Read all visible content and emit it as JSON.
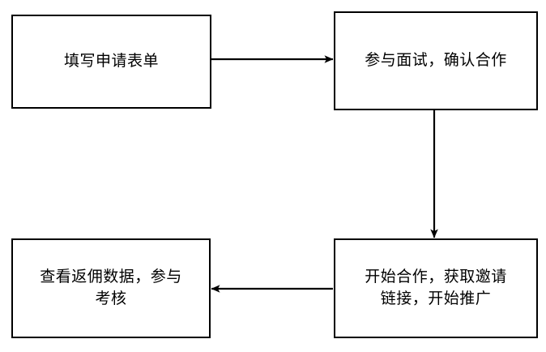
{
  "diagram": {
    "type": "flowchart",
    "title": "",
    "background_color": "#ffffff",
    "stroke_color": "#000000",
    "text_color": "#000000",
    "nodes": [
      {
        "id": "apply-form",
        "label": "填写申请表单",
        "shape": "rectangle"
      },
      {
        "id": "interview",
        "label": "参与面试，确认合作",
        "shape": "rectangle"
      },
      {
        "id": "start-promote",
        "label": "开始合作，获取邀请\n链接，开始推广",
        "shape": "rectangle"
      },
      {
        "id": "review-data",
        "label": "查看返佣数据，参与\n考核",
        "shape": "rectangle"
      }
    ],
    "edges": [
      {
        "id": "apply-form-to-interview",
        "from": "apply-form",
        "to": "interview",
        "label": "",
        "direction": "right"
      },
      {
        "id": "interview-to-start-promote",
        "from": "interview",
        "to": "start-promote",
        "label": "",
        "direction": "down"
      },
      {
        "id": "start-promote-to-review-data",
        "from": "start-promote",
        "to": "review-data",
        "label": "",
        "direction": "left"
      }
    ]
  }
}
